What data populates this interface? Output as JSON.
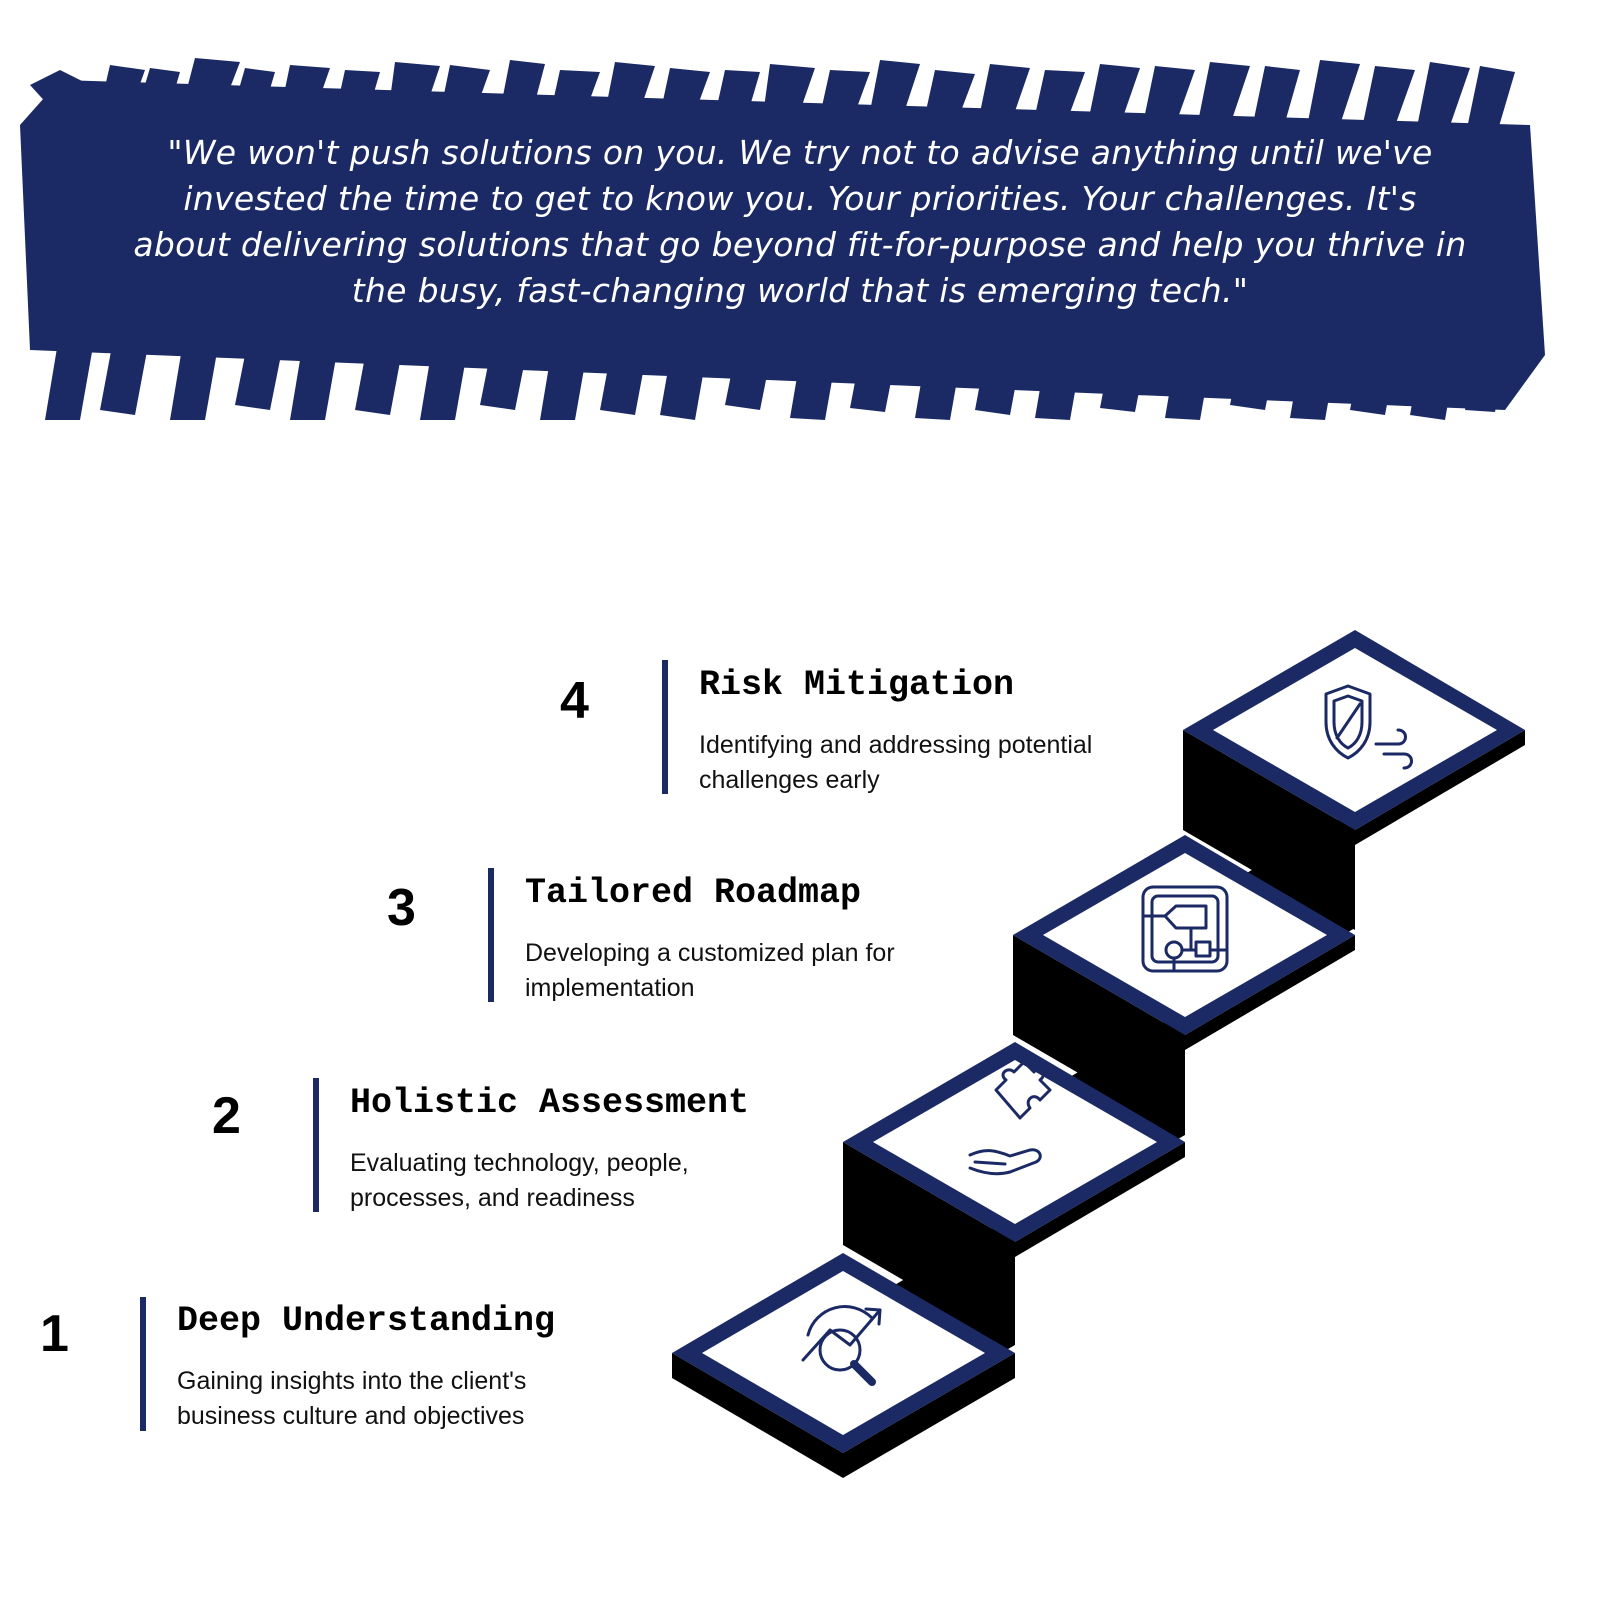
{
  "quote": {
    "text": "\"We won't push solutions on you. We try not to advise anything until we've invested the time to get to know you. Your priorities. Your challenges. It's about delivering solutions that go beyond fit-for-purpose and help you thrive in the busy, fast-changing world that is emerging tech.\""
  },
  "steps": [
    {
      "number": "1",
      "title": "Deep Understanding",
      "description": "Gaining insights into the client's business culture and objectives",
      "icon": "growth-search-icon"
    },
    {
      "number": "2",
      "title": "Holistic Assessment",
      "description": "Evaluating technology, people, processes, and readiness",
      "icon": "hand-puzzle-icon"
    },
    {
      "number": "3",
      "title": "Tailored Roadmap",
      "description": "Developing a customized plan for implementation",
      "icon": "flowchart-icon"
    },
    {
      "number": "4",
      "title": "Risk Mitigation",
      "description": "Identifying and addressing potential challenges early",
      "icon": "shield-wind-icon"
    }
  ],
  "colors": {
    "navy": "#1b2a64",
    "black": "#000000",
    "white": "#ffffff"
  }
}
